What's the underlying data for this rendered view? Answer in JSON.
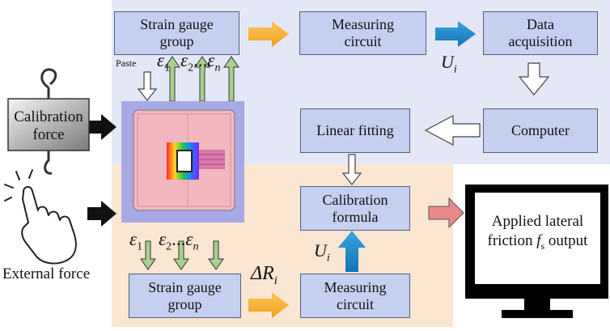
{
  "top": {
    "strain_gauge_group": [
      "Strain gauge",
      "group"
    ],
    "measuring_circuit": [
      "Measuring",
      "circuit"
    ],
    "data_acquisition": [
      "Data",
      "acquisition"
    ],
    "computer": "Computer",
    "linear_fitting": "Linear fitting",
    "paste_label": "Paste",
    "ui_symbol": "U",
    "ui_sub": "i",
    "eps1": "ε",
    "eps1_sub": "1",
    "eps2": "ε",
    "eps2_sub": "2",
    "eps_dots": "...",
    "epsn": "ε",
    "epsn_sub": "n"
  },
  "bottom": {
    "calibration_formula": [
      "Calibration",
      "formula"
    ],
    "strain_gauge_group": [
      "Strain gauge",
      "group"
    ],
    "measuring_circuit": [
      "Measuring",
      "circuit"
    ],
    "ui_symbol": "U",
    "ui_sub": "i",
    "delta_r": "ΔR",
    "delta_r_sub": "i",
    "eps1": "ε",
    "eps1_sub": "1",
    "eps2": "ε",
    "eps2_sub": "2",
    "eps_dots": "...",
    "epsn": "ε",
    "epsn_sub": "n"
  },
  "left": {
    "calibration_force": [
      "Calibration",
      "force"
    ],
    "external_force": "External force"
  },
  "monitor": {
    "line1": "Applied lateral",
    "line2_prefix": "friction ",
    "line2_symbol": "f",
    "line2_sub": "s",
    "line2_suffix": " output"
  },
  "colors": {
    "top_panel": "#e4e8f6",
    "bottom_panel": "#fbe6d2",
    "box_fill": "#c5cff0",
    "orange_arrow": "#f7b030",
    "blue_arrow": "#1a88c8",
    "green_arrow": "#a9d08e",
    "pink_arrow": "#e88a8a",
    "sensor_bg": "#a9a8e6",
    "sensor_pink": "#f2b7bf"
  }
}
